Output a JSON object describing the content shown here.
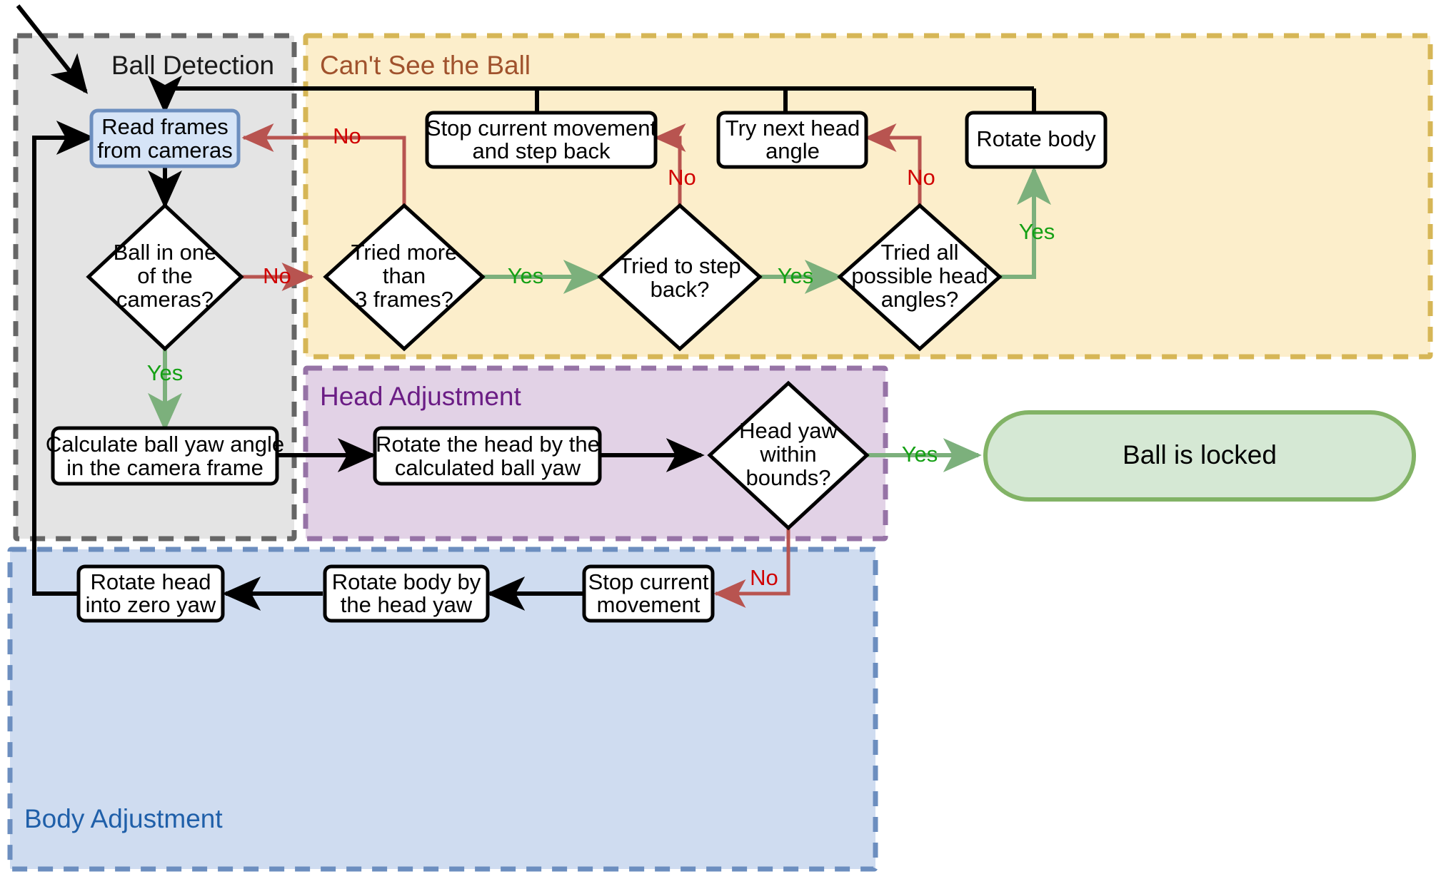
{
  "diagram": {
    "title": "Ball tracking state machine flowchart",
    "groups": [
      {
        "id": "ball-detection",
        "label": "Ball Detection",
        "fill": "#e4e4e4",
        "stroke": "#666666",
        "text_color": "#1a1a1a"
      },
      {
        "id": "cant-see-ball",
        "label": "Can't See the Ball",
        "fill": "#fceecb",
        "stroke": "#d6b656",
        "text_color": "#a0522d"
      },
      {
        "id": "head-adjustment",
        "label": "Head Adjustment",
        "fill": "#e2d2e6",
        "stroke": "#9673a6",
        "text_color": "#6b1d85"
      },
      {
        "id": "body-adjustment",
        "label": "Body Adjustment",
        "fill": "#cfdcf0",
        "stroke": "#6c8ebf",
        "text_color": "#1f5fa9"
      }
    ],
    "nodes": [
      {
        "id": "read-frames",
        "type": "process-highlight",
        "lines": [
          "Read frames",
          "from cameras"
        ],
        "group": "ball-detection",
        "fill": "#d6e4f7",
        "stroke": "#6c8ebf"
      },
      {
        "id": "ball-in-camera",
        "type": "decision",
        "lines": [
          "Ball in one",
          "of the",
          "cameras?"
        ],
        "group": "ball-detection"
      },
      {
        "id": "calc-ball-yaw",
        "type": "process",
        "lines": [
          "Calculate ball yaw angle",
          "in the camera frame"
        ],
        "group": "ball-detection"
      },
      {
        "id": "tried-3-frames",
        "type": "decision",
        "lines": [
          "Tried more",
          "than",
          "3 frames?"
        ],
        "group": "cant-see-ball"
      },
      {
        "id": "stop-and-step-back",
        "type": "process",
        "lines": [
          "Stop current movement",
          "and step back"
        ],
        "group": "cant-see-ball"
      },
      {
        "id": "tried-step-back",
        "type": "decision",
        "lines": [
          "Tried to step",
          "back?"
        ],
        "group": "cant-see-ball"
      },
      {
        "id": "try-next-head-angle",
        "type": "process",
        "lines": [
          "Try next head",
          "angle"
        ],
        "group": "cant-see-ball"
      },
      {
        "id": "tried-all-angles",
        "type": "decision",
        "lines": [
          "Tried all",
          "possible head",
          "angles?"
        ],
        "group": "cant-see-ball"
      },
      {
        "id": "rotate-body",
        "type": "process",
        "lines": [
          "Rotate body"
        ],
        "group": "cant-see-ball"
      },
      {
        "id": "rotate-head-by-yaw",
        "type": "process",
        "lines": [
          "Rotate the head by the",
          "calculated ball yaw"
        ],
        "group": "head-adjustment"
      },
      {
        "id": "head-yaw-in-bounds",
        "type": "decision",
        "lines": [
          "Head yaw",
          "within",
          "bounds?"
        ],
        "group": "head-adjustment"
      },
      {
        "id": "ball-is-locked",
        "type": "terminal",
        "lines": [
          "Ball is locked"
        ],
        "fill": "#d5e8d4",
        "stroke": "#82b366"
      },
      {
        "id": "stop-movement",
        "type": "process",
        "lines": [
          "Stop current",
          "movement"
        ],
        "group": "body-adjustment"
      },
      {
        "id": "rotate-body-by-yaw",
        "type": "process",
        "lines": [
          "Rotate body by",
          "the head yaw"
        ],
        "group": "body-adjustment"
      },
      {
        "id": "rotate-head-zero",
        "type": "process",
        "lines": [
          "Rotate head",
          "into zero yaw"
        ],
        "group": "body-adjustment"
      }
    ],
    "edge_labels": {
      "ball_in_camera_no": "No",
      "ball_in_camera_yes": "Yes",
      "tried_3_frames_no": "No",
      "tried_3_frames_yes": "Yes",
      "tried_step_back_no": "No",
      "tried_step_back_yes": "Yes",
      "tried_all_angles_no": "No",
      "tried_all_angles_yes": "Yes",
      "head_yaw_yes": "Yes",
      "head_yaw_no": "No"
    },
    "colors": {
      "yes": "#14a014",
      "no": "#d00000",
      "yes_edge": "#7cb07c",
      "no_edge": "#b85450",
      "default_edge": "#000000"
    }
  }
}
